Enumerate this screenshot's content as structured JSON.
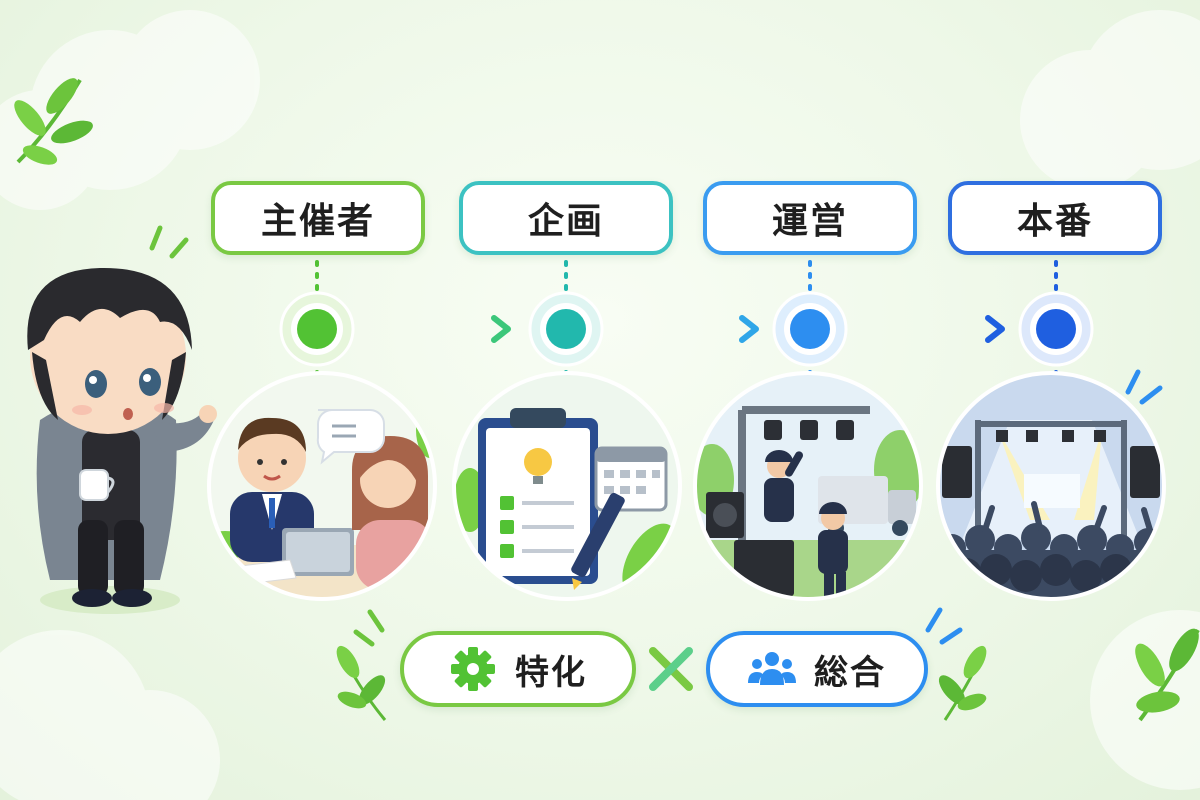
{
  "stages": [
    {
      "label": "主催者",
      "color": "#7ac943",
      "node": "#52c234",
      "scene": "meeting"
    },
    {
      "label": "企画",
      "color": "#3cc2c2",
      "node": "#22b8ad",
      "scene": "planning-clipboard"
    },
    {
      "label": "運営",
      "color": "#3a9cf0",
      "node": "#2d8ef0",
      "scene": "stage-setup-crew"
    },
    {
      "label": "本番",
      "color": "#2f6fe0",
      "node": "#1f5fe0",
      "scene": "live-concert"
    }
  ],
  "bottom": {
    "left": {
      "label": "特化",
      "icon": "gear-icon",
      "color": "#7ac943"
    },
    "operator": {
      "icon": "times-icon",
      "color": "#7ac943"
    },
    "right": {
      "label": "総合",
      "icon": "team-icon",
      "color": "#2d8ef0"
    }
  },
  "mascot": {
    "description_icon": "mascot-character-with-coffee"
  }
}
